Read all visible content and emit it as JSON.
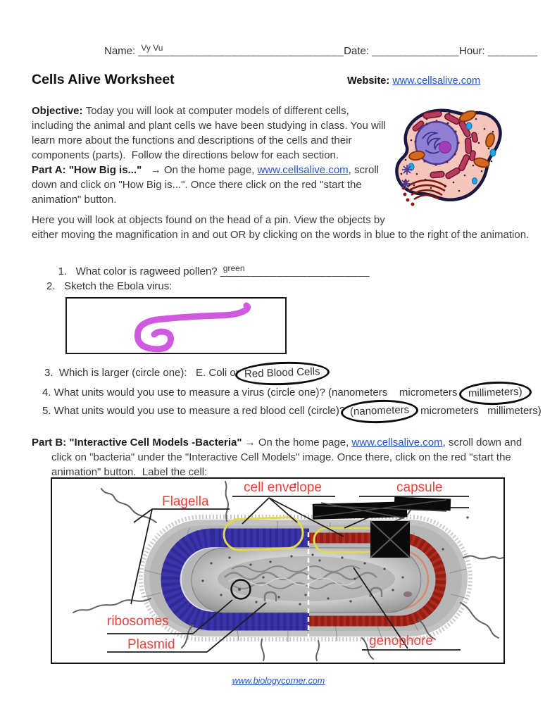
{
  "header": {
    "name_label": "Name:",
    "name_answer": "Vy Vu",
    "name_blank": "_________________________________",
    "date_label": "Date:",
    "date_blank": "______________",
    "hour_label": "Hour:",
    "hour_blank": "________",
    "title": "Cells Alive Worksheet",
    "website_label": "Website:",
    "website_link": "www.cellsalive.com"
  },
  "objective": {
    "segments": [
      {
        "text": "Objective: ",
        "style": "bold"
      },
      {
        "text": "Today you will look at computer models of different cells, including the animal and plant cells we have been studying in class. You will learn more about the functions and descriptions of the cells and their components (parts).  Follow the directions below for each section.\n"
      },
      {
        "text": "Part A: \"How Big is...\"",
        "style": "bold"
      },
      {
        "text": "   → On the home page, "
      },
      {
        "text": "www.cellsalive.com",
        "style": "link"
      },
      {
        "text": ", scroll down and click on \"How Big is...\". Once there click on the red \"start the animation\" button."
      }
    ]
  },
  "intro": {
    "text": "Here you will look at objects found on the head of a pin. View the objects by\neither moving the magnification in and out OR by clicking on the words in blue to the right of the animation."
  },
  "questions": {
    "q1_text": "1.   What color is ragweed pollen? ",
    "q1_answer": "green",
    "q1_blank": "________________________",
    "q2_text": "2.   Sketch the Ebola virus:",
    "q3_segments": [
      {
        "text": "3.  Which is larger (circle one):   E. Coli or "
      },
      {
        "text": "Red Blood Cells",
        "style": "circled"
      }
    ],
    "q4_segments": [
      {
        "text": "4. What units would you use to measure a virus (circle one)? (nanometers    micrometers   "
      },
      {
        "text": "millimeters)",
        "style": "circled"
      }
    ],
    "q5_segments": [
      {
        "text": "5. What units would you use to measure a red blood cell (circle)? "
      },
      {
        "text": "(nanometers",
        "style": "circled"
      },
      {
        "text": "   micrometers   millimeters)"
      }
    ]
  },
  "part_b": {
    "segments": [
      {
        "text": "Part B: \"Interactive Cell Models -Bacteria\" ",
        "style": "bold"
      },
      {
        "text": "→ On the home page, "
      },
      {
        "text": "www.cellsalive.com",
        "style": "link"
      },
      {
        "text": ", scroll down and click on \"bacteria\" under the \"Interactive Cell Models\" image. Once there, click on the red \"start the animation\" button.  Label the cell:"
      }
    ]
  },
  "diagram": {
    "labels": {
      "flagella": "Flagella",
      "cell_envelope": "cell envelope",
      "capsule": "capsule",
      "ribosomes": "ribosomes",
      "plasmid": "Plasmid",
      "genophore": "genophore"
    }
  },
  "footer": {
    "link": "www.biologycorner.com"
  },
  "colors": {
    "label_red": "#e8423a",
    "link_blue": "#2553cc",
    "sketch_purple": "#cf5ae0",
    "band_blue": "#3a33aa",
    "band_red": "#b02a1e"
  }
}
